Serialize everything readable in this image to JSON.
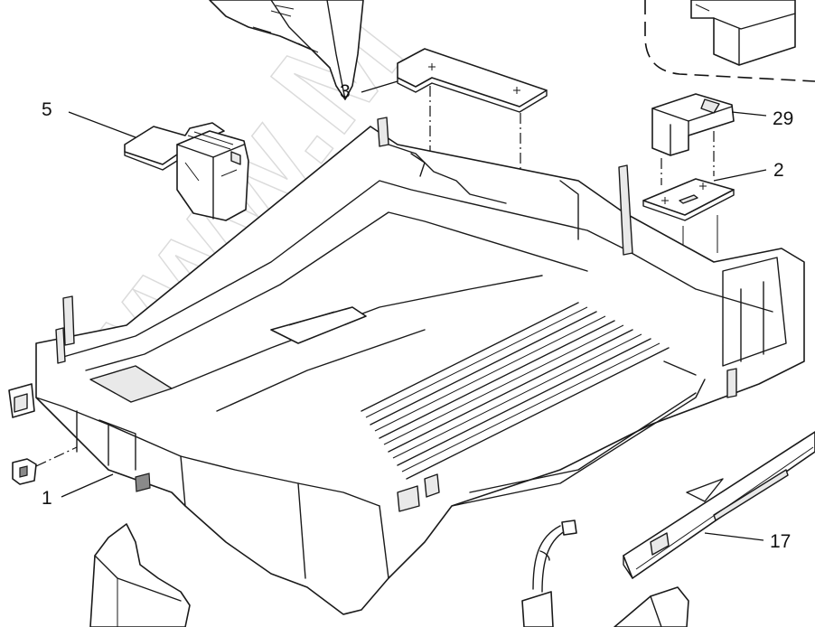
{
  "callouts": {
    "c1": "1",
    "c2": "2",
    "c3": "3",
    "c5": "5",
    "c17": "17",
    "c29": "29"
  },
  "watermark": {
    "text": "www.M"
  }
}
